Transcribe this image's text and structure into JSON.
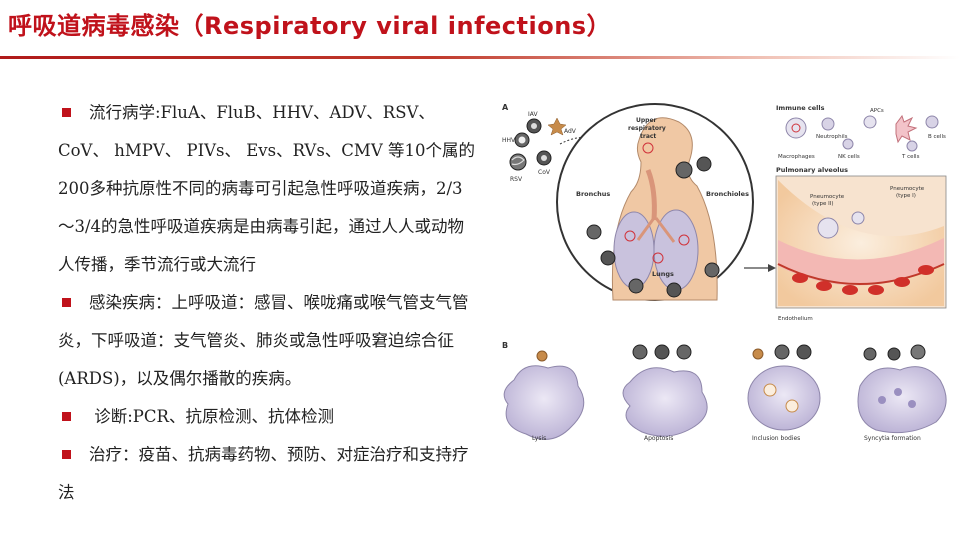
{
  "slide": {
    "title": "呼吸道病毒感染（Respiratory viral infections）",
    "bullets": [
      {
        "text": "流行病学:FluA、FluB、HHV、ADV、RSV、CoV、 hMPV、 PIVs、 Evs、RVs、CMV 等10个属的200多种抗原性不同的病毒可引起急性呼吸道疾病，2/3～3/4的急性呼吸道疾病是由病毒引起，通过人人或动物人传播，季节流行或大流行"
      },
      {
        "text": "感染疾病：上呼吸道：感冒、喉咙痛或喉气管支气管炎，下呼吸道：支气管炎、肺炎或急性呼吸窘迫综合征(ARDS)，以及偶尔播散的疾病。"
      },
      {
        "text": " 诊断:PCR、抗原检测、抗体检测"
      },
      {
        "text": "治疗：疫苗、抗病毒药物、预防、对症治疗和支持疗法"
      }
    ]
  },
  "figure": {
    "panel_a": "A",
    "panel_b": "B",
    "viruses": {
      "iav": "IAV",
      "adv": "AdV",
      "hhv": "HHV",
      "rsv": "RSV",
      "cov": "CoV"
    },
    "anatomy": {
      "upper": "Upper",
      "respiratory": "respiratory",
      "tract": "tract",
      "bronchus": "Bronchus",
      "bronchioles": "Bronchioles",
      "lungs": "Lungs"
    },
    "immune": {
      "title": "Immune cells",
      "apcs": "APCs",
      "neutrophils": "Neutrophils",
      "bcells": "B cells",
      "macrophages": "Macrophages",
      "nkcells": "NK cells",
      "tcells": "T cells"
    },
    "alveolus": {
      "title": "Pulmonary alveolus",
      "pn2_a": "Pneumocyte",
      "pn2_b": "(type II)",
      "pn1_a": "Pneumocyte",
      "pn1_b": "(type I)",
      "endothelium": "Endothelium"
    },
    "outcomes": {
      "lysis": "Lysis",
      "apoptosis": "Apoptosis",
      "inclusion": "Inclusion bodies",
      "syncytia": "Syncytia formation"
    }
  }
}
